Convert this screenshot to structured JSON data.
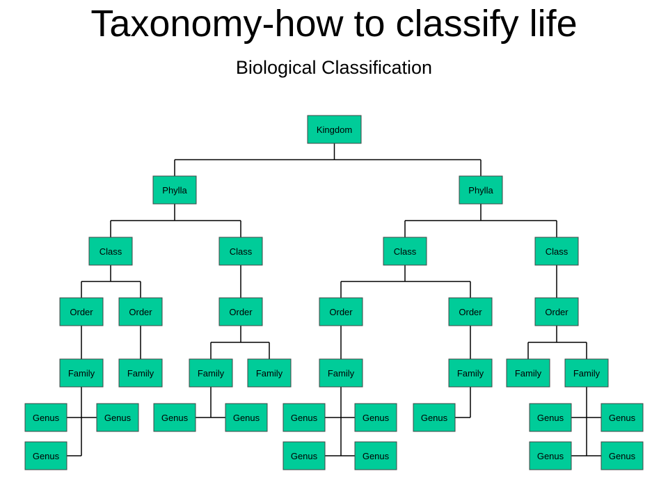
{
  "slide": {
    "title": "Taxonomy-how to classify life",
    "subtitle": "Biological Classification"
  },
  "colors": {
    "node_fill": "#00cc99",
    "line": "#000000",
    "background": "#ffffff"
  },
  "tree": {
    "label": "Kingdom",
    "children": [
      {
        "label": "Phylla",
        "children": [
          {
            "label": "Class",
            "children": [
              {
                "label": "Order",
                "children": [
                  {
                    "label": "Family",
                    "children": [
                      {
                        "label": "Genus"
                      },
                      {
                        "label": "Genus"
                      },
                      {
                        "label": "Genus"
                      }
                    ]
                  }
                ]
              },
              {
                "label": "Order",
                "children": [
                  {
                    "label": "Family"
                  }
                ]
              }
            ]
          },
          {
            "label": "Class",
            "children": [
              {
                "label": "Order",
                "children": [
                  {
                    "label": "Family",
                    "children": [
                      {
                        "label": "Genus"
                      },
                      {
                        "label": "Genus"
                      }
                    ]
                  },
                  {
                    "label": "Family"
                  }
                ]
              }
            ]
          }
        ]
      },
      {
        "label": "Phylla",
        "children": [
          {
            "label": "Class",
            "children": [
              {
                "label": "Order",
                "children": [
                  {
                    "label": "Family",
                    "children": [
                      {
                        "label": "Genus"
                      },
                      {
                        "label": "Genus"
                      },
                      {
                        "label": "Genus"
                      },
                      {
                        "label": "Genus"
                      }
                    ]
                  }
                ]
              },
              {
                "label": "Order",
                "children": [
                  {
                    "label": "Family",
                    "children": [
                      {
                        "label": "Genus"
                      }
                    ]
                  }
                ]
              }
            ]
          },
          {
            "label": "Class",
            "children": [
              {
                "label": "Order",
                "children": [
                  {
                    "label": "Family"
                  },
                  {
                    "label": "Family",
                    "children": [
                      {
                        "label": "Genus"
                      },
                      {
                        "label": "Genus"
                      },
                      {
                        "label": "Genus"
                      },
                      {
                        "label": "Genus"
                      }
                    ]
                  }
                ]
              }
            ]
          }
        ]
      }
    ]
  }
}
